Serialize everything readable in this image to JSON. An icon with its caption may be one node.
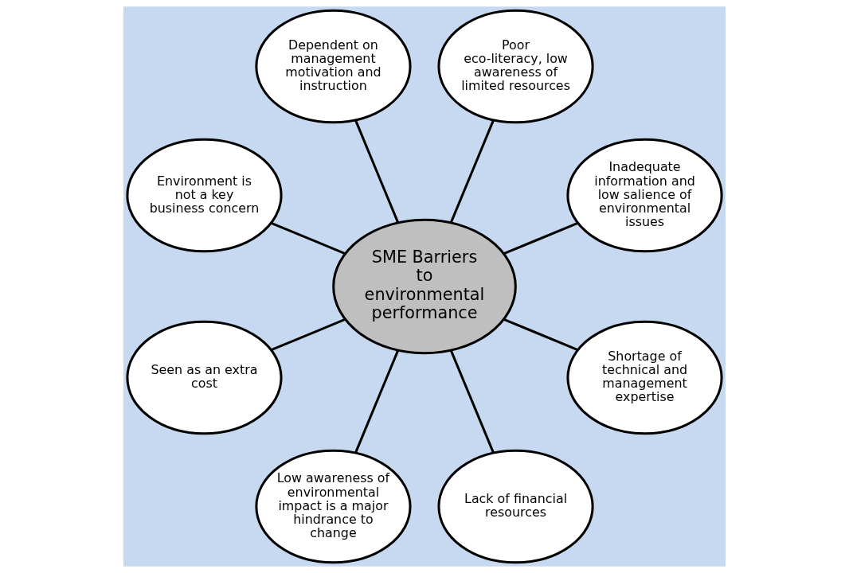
{
  "diagram": {
    "nodes": [
      {
        "text": [
          "Inadequate information and low salience of environmental issues"
        ]
      },
      {
        "text": [
          "Poor eco-literacy, low awareness of limited resources"
        ]
      },
      {
        "text": [
          "Dependent on management motivation and instruction"
        ]
      },
      {
        "text": [
          "Environment is not a key business concern"
        ]
      },
      {
        "text": [
          "SME Barriers to environmental performance"
        ]
      },
      {
        "text": [
          "Seen as an extra cost"
        ]
      },
      {
        "text": [
          "Low awareness of environmental impact is a major hindrance to change"
        ]
      },
      {
        "text": [
          "Lack of financial resources"
        ]
      },
      {
        "text": [
          "Shortage of technical and management expertise"
        ]
      }
    ],
    "edges": [
      {
        "from": 4,
        "to": 0,
        "arrow": "none"
      },
      {
        "from": 4,
        "to": 2,
        "arrow": "none"
      },
      {
        "from": 4,
        "to": 5,
        "arrow": "none"
      },
      {
        "from": 4,
        "to": 7,
        "arrow": "none"
      },
      {
        "from": 4,
        "to": 8,
        "arrow": "none"
      },
      {
        "from": 4,
        "to": 6,
        "arrow": "none"
      },
      {
        "from": 4,
        "to": 3,
        "arrow": "none"
      },
      {
        "from": 4,
        "to": 1,
        "arrow": "none"
      }
    ]
  }
}
